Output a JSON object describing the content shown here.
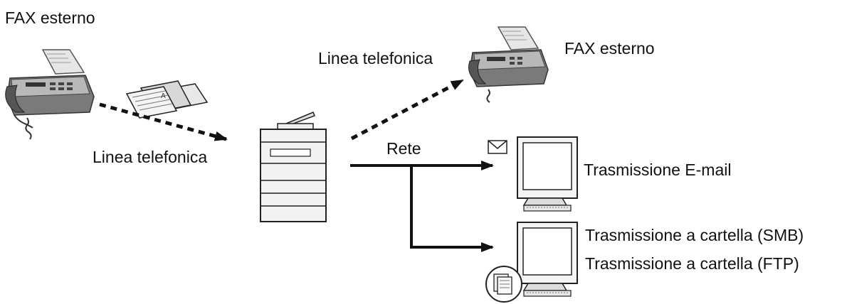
{
  "labels": {
    "fax_source": "FAX esterno",
    "line_in": "Linea telefonica",
    "line_out": "Linea telefonica",
    "fax_dest": "FAX esterno",
    "network": "Rete",
    "email": "Trasmissione E-mail",
    "smb": "Trasmissione a cartella (SMB)",
    "ftp": "Trasmissione a cartella (FTP)"
  },
  "icons": {
    "source": "fax-machine-icon",
    "document": "document-stack-icon",
    "device": "multifunction-printer-icon",
    "destination_fax": "fax-machine-icon",
    "email_pc": "computer-icon",
    "envelope": "envelope-icon",
    "folder_pc": "computer-icon",
    "folder": "folder-icon"
  },
  "colors": {
    "line": "#111111",
    "device_fill": "#f2f2f2",
    "fax_body": "#6e6e6e",
    "paper": "#cfcfcf"
  }
}
